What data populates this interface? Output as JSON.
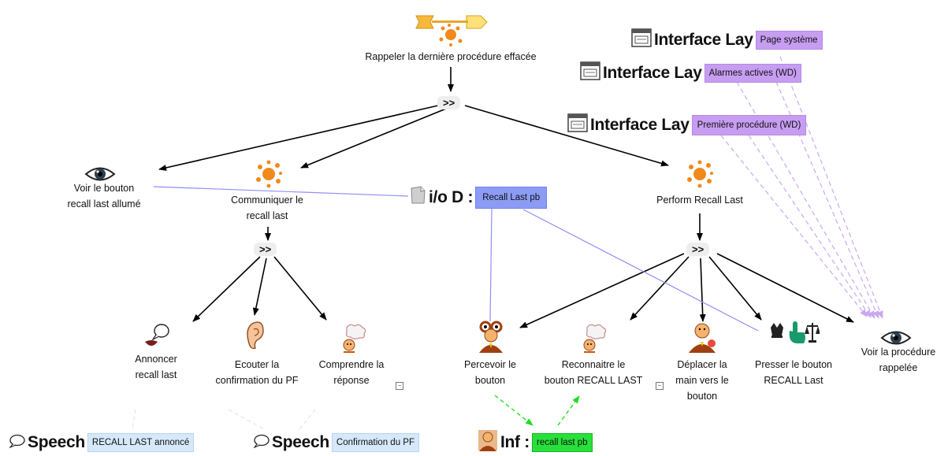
{
  "root_task": {
    "label": "Rappeler la dernière procédure effacée"
  },
  "operators": {
    "root": ">>",
    "communicate": ">>",
    "perform": ">>"
  },
  "tasks": {
    "voir_bouton": "Voir le bouton\nrecall last allumé",
    "communiquer": "Communiquer le\nrecall last",
    "perform": "Perform Recall Last",
    "annoncer": "Annoncer\nrecall last",
    "ecouter": "Ecouter la\nconfirmation du PF",
    "comprendre": "Comprendre la\nréponse",
    "percevoir": "Percevoir le\nbouton",
    "reconnaitre": "Reconnaitre le\nbouton RECALL LAST",
    "deplacer": "Déplacer la\nmain vers le\nbouton",
    "presser": "Presser le bouton\nRECALL Last",
    "voir_procedure": "Voir la procédure\nrappelée"
  },
  "objects": {
    "iface1": {
      "title": "Interface Lay",
      "value": "Page système",
      "color": "#c79df2"
    },
    "iface2": {
      "title": "Interface Lay",
      "value": "Alarmes actives (WD)",
      "color": "#c79df2"
    },
    "iface3": {
      "title": "Interface Lay",
      "value": "Première procédure (WD)",
      "color": "#c79df2"
    },
    "io": {
      "title": "i/o D :",
      "value": "Recall Last pb",
      "color": "#8c9cf5"
    },
    "speech1": {
      "title": "Speech",
      "value": "RECALL LAST annoncé",
      "color": "#d6e8fa"
    },
    "speech2": {
      "title": "Speech",
      "value": "Confirmation du PF",
      "color": "#d6e8fa"
    },
    "inf": {
      "title": "Inf :",
      "value": "recall last pb",
      "color": "#28e03a"
    }
  },
  "collapse_marker": "−",
  "icons": {
    "root": "abstract-task-icon",
    "abstract": "splash-abstract-icon",
    "eye": "eye-icon",
    "speech_bubble": "speech-bubble-icon",
    "ear": "ear-icon",
    "think": "thinking-head-icon",
    "percevoir": "perceptive-user-icon",
    "deplacer": "motor-user-icon",
    "presser": "press-button-icon",
    "interface": "interface-window-icon",
    "io": "document-icon",
    "inf": "information-person-icon"
  }
}
